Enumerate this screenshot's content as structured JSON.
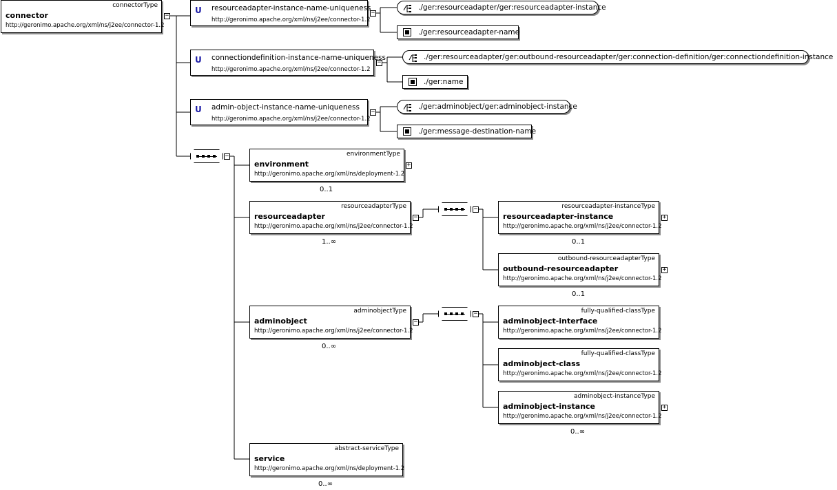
{
  "root": {
    "type": "connectorType",
    "name": "connector",
    "ns": "http://geronimo.apache.org/xml/ns/j2ee/connector-1.2"
  },
  "uniques": [
    {
      "marker": "U",
      "name": "resourceadapter-instance-name-uniqueness",
      "ns": "http://geronimo.apache.org/xml/ns/j2ee/connector-1.2",
      "selector": "./ger:resourceadapter/ger:resourceadapter-instance",
      "field": "./ger:resourceadapter-name"
    },
    {
      "marker": "U",
      "name": "connectiondefinition-instance-name-uniqueness",
      "ns": "http://geronimo.apache.org/xml/ns/j2ee/connector-1.2",
      "selector": "./ger:resourceadapter/ger:outbound-resourceadapter/ger:connection-definition/ger:connectiondefinition-instance",
      "field": "./ger:name"
    },
    {
      "marker": "U",
      "name": "admin-object-instance-name-uniqueness",
      "ns": "http://geronimo.apache.org/xml/ns/j2ee/connector-1.2",
      "selector": "./ger:adminobject/ger:adminobject-instance",
      "field": "./ger:message-destination-name"
    }
  ],
  "elements": {
    "environment": {
      "type": "environmentType",
      "name": "environment",
      "ns": "http://geronimo.apache.org/xml/ns/deployment-1.2",
      "card": "0..1"
    },
    "resourceadapter": {
      "type": "resourceadapterType",
      "name": "resourceadapter",
      "ns": "http://geronimo.apache.org/xml/ns/j2ee/connector-1.2",
      "card": "1..∞"
    },
    "adminobject": {
      "type": "adminobjectType",
      "name": "adminobject",
      "ns": "http://geronimo.apache.org/xml/ns/j2ee/connector-1.2",
      "card": "0..∞"
    },
    "service": {
      "type": "abstract-serviceType",
      "name": "service",
      "ns": "http://geronimo.apache.org/xml/ns/deployment-1.2",
      "card": "0..∞"
    },
    "ra_instance": {
      "type": "resourceadapter-instanceType",
      "name": "resourceadapter-instance",
      "ns": "http://geronimo.apache.org/xml/ns/j2ee/connector-1.2",
      "card": "0..1"
    },
    "outbound": {
      "type": "outbound-resourceadapterType",
      "name": "outbound-resourceadapter",
      "ns": "http://geronimo.apache.org/xml/ns/j2ee/connector-1.2",
      "card": "0..1"
    },
    "ao_interface": {
      "type": "fully-qualified-classType",
      "name": "adminobject-interface",
      "ns": "http://geronimo.apache.org/xml/ns/j2ee/connector-1.2"
    },
    "ao_class": {
      "type": "fully-qualified-classType",
      "name": "adminobject-class",
      "ns": "http://geronimo.apache.org/xml/ns/j2ee/connector-1.2"
    },
    "ao_instance": {
      "type": "adminobject-instanceType",
      "name": "adminobject-instance",
      "ns": "http://geronimo.apache.org/xml/ns/j2ee/connector-1.2",
      "card": "0..∞"
    }
  },
  "symbols": {
    "collapse": "−",
    "expand": "+"
  },
  "icons": {
    "unique": "unique-constraint-icon",
    "selector": "xpath-selector-icon",
    "field": "field-icon",
    "sequence": "sequence-compositor-icon"
  }
}
